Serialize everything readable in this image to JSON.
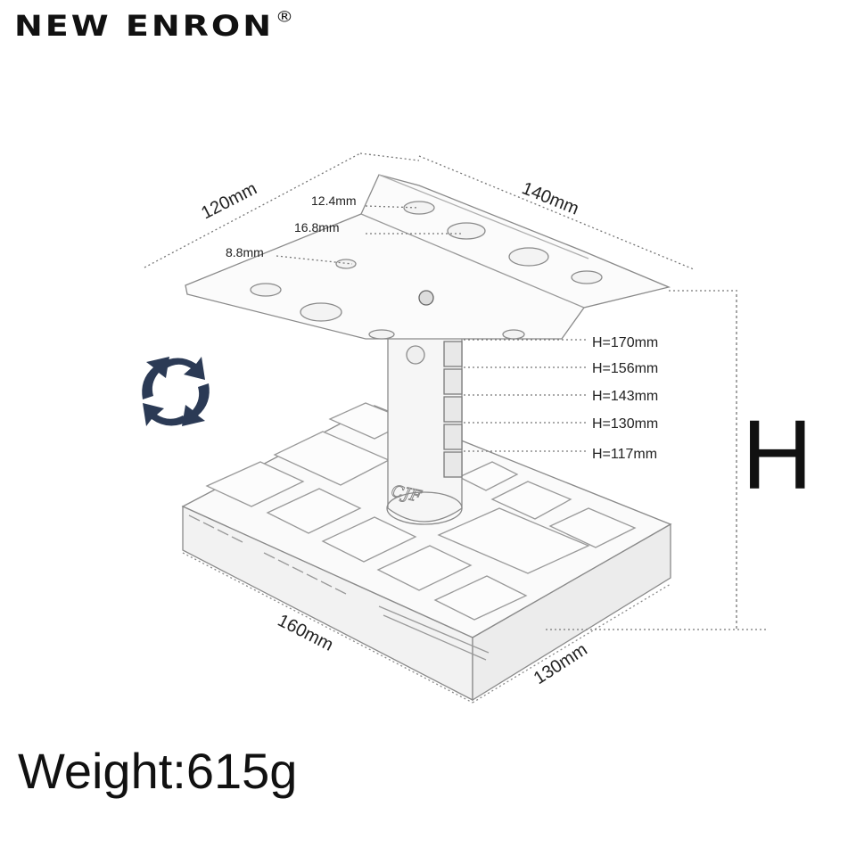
{
  "brand": {
    "name": "NEW ENRON",
    "mark": "®"
  },
  "dimensions": {
    "plate_depth": "120mm",
    "plate_width": "140mm",
    "hole_large": "12.4mm",
    "hole_medium": "16.8mm",
    "hole_small": "8.8mm",
    "base_width": "160mm",
    "base_depth": "130mm"
  },
  "heights": [
    "H=170mm",
    "H=156mm",
    "H=143mm",
    "H=130mm",
    "H=117mm"
  ],
  "height_symbol": "H",
  "stand_logo": "CJF",
  "weight": "Weight:615g",
  "icons": {
    "rotate": "rotate-arrows-icon"
  },
  "colors": {
    "rotate_icon": "#2b3a55",
    "line": "#8a8a8a",
    "text": "#111111"
  }
}
